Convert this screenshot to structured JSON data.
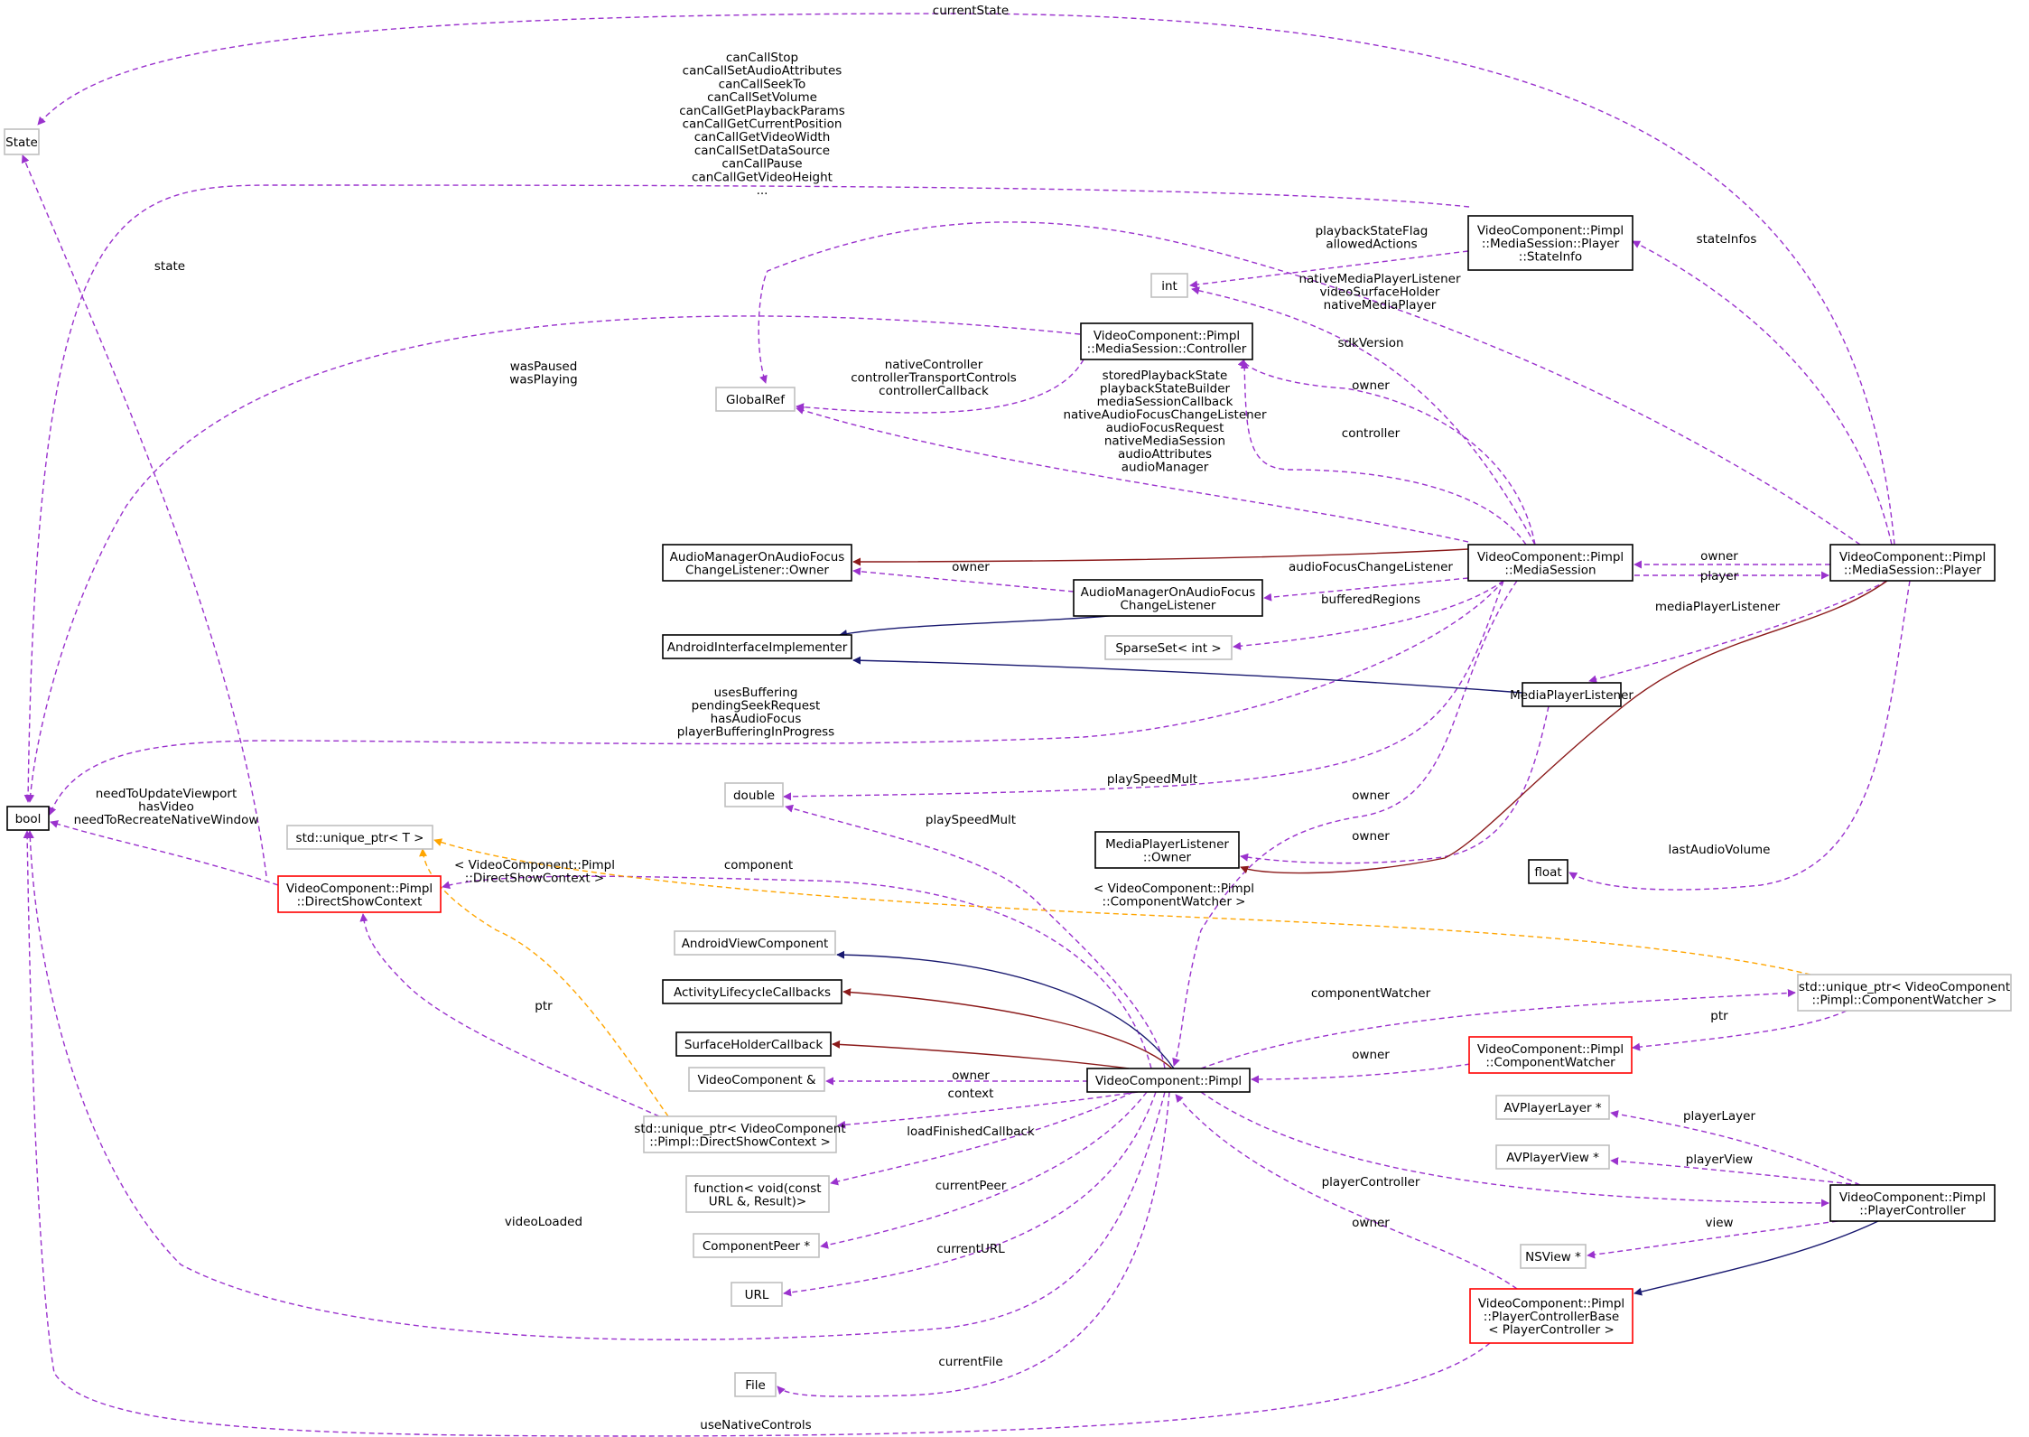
{
  "diagram": {
    "nodes": {
      "state": {
        "lines": [
          "State"
        ],
        "style": "gray"
      },
      "bool": {
        "lines": [
          "bool"
        ],
        "style": "black"
      },
      "int": {
        "lines": [
          "int"
        ],
        "style": "gray"
      },
      "globalref": {
        "lines": [
          "GlobalRef"
        ],
        "style": "gray"
      },
      "controller": {
        "lines": [
          "VideoComponent::Pimpl",
          "::MediaSession::Controller"
        ],
        "style": "focus"
      },
      "stateinfo": {
        "lines": [
          "VideoComponent::Pimpl",
          "::MediaSession::Player",
          "::StateInfo"
        ],
        "style": "black"
      },
      "am_owner": {
        "lines": [
          "AudioManagerOnAudioFocus",
          "ChangeListener::Owner"
        ],
        "style": "black"
      },
      "am_listener": {
        "lines": [
          "AudioManagerOnAudioFocus",
          "ChangeListener"
        ],
        "style": "black"
      },
      "android_impl": {
        "lines": [
          "AndroidInterfaceImplementer"
        ],
        "style": "black"
      },
      "sparseset": {
        "lines": [
          "SparseSet< int >"
        ],
        "style": "gray"
      },
      "mediasession": {
        "lines": [
          "VideoComponent::Pimpl",
          "::MediaSession"
        ],
        "style": "black"
      },
      "ms_player": {
        "lines": [
          "VideoComponent::Pimpl",
          "::MediaSession::Player"
        ],
        "style": "black"
      },
      "mp_listener": {
        "lines": [
          "MediaPlayerListener"
        ],
        "style": "black"
      },
      "double": {
        "lines": [
          "double"
        ],
        "style": "gray"
      },
      "mpl_owner": {
        "lines": [
          "MediaPlayerListener",
          "::Owner"
        ],
        "style": "black"
      },
      "float": {
        "lines": [
          "float"
        ],
        "style": "black"
      },
      "unique_t": {
        "lines": [
          "std::unique_ptr< T >"
        ],
        "style": "gray"
      },
      "dsc": {
        "lines": [
          "VideoComponent::Pimpl",
          "::DirectShowContext"
        ],
        "style": "red"
      },
      "android_view": {
        "lines": [
          "AndroidViewComponent"
        ],
        "style": "gray"
      },
      "activity_cb": {
        "lines": [
          "ActivityLifecycleCallbacks"
        ],
        "style": "black"
      },
      "surface_cb": {
        "lines": [
          "SurfaceHolderCallback"
        ],
        "style": "black"
      },
      "vc_ref": {
        "lines": [
          "VideoComponent &"
        ],
        "style": "gray"
      },
      "unique_dsc": {
        "lines": [
          "std::unique_ptr< VideoComponent",
          "::Pimpl::DirectShowContext >"
        ],
        "style": "gray"
      },
      "function": {
        "lines": [
          "function< void(const",
          "URL &, Result)>"
        ],
        "style": "gray"
      },
      "comppeer": {
        "lines": [
          "ComponentPeer *"
        ],
        "style": "gray"
      },
      "url": {
        "lines": [
          "URL"
        ],
        "style": "gray"
      },
      "file": {
        "lines": [
          "File"
        ],
        "style": "gray"
      },
      "pimpl": {
        "lines": [
          "VideoComponent::Pimpl"
        ],
        "style": "black"
      },
      "unique_cw": {
        "lines": [
          "std::unique_ptr< VideoComponent",
          "::Pimpl::ComponentWatcher >"
        ],
        "style": "gray"
      },
      "cw": {
        "lines": [
          "VideoComponent::Pimpl",
          "::ComponentWatcher"
        ],
        "style": "red"
      },
      "avlayer": {
        "lines": [
          "AVPlayerLayer *"
        ],
        "style": "gray"
      },
      "avview": {
        "lines": [
          "AVPlayerView *"
        ],
        "style": "gray"
      },
      "nsview": {
        "lines": [
          "NSView *"
        ],
        "style": "gray"
      },
      "playerctrl": {
        "lines": [
          "VideoComponent::Pimpl",
          "::PlayerController"
        ],
        "style": "black"
      },
      "pcbase": {
        "lines": [
          "VideoComponent::Pimpl",
          "::PlayerControllerBase",
          "< PlayerController >"
        ],
        "style": "red"
      }
    },
    "edge_labels": {
      "currentState": [
        "currentState"
      ],
      "canCall": [
        "canCallStop",
        "canCallSetAudioAttributes",
        "canCallSeekTo",
        "canCallSetVolume",
        "canCallGetPlaybackParams",
        "canCallGetCurrentPosition",
        "canCallGetVideoWidth",
        "canCallSetDataSource",
        "canCallPause",
        "canCallGetVideoHeight",
        "..."
      ],
      "state": [
        "state"
      ],
      "playbackStateFlag": [
        "playbackStateFlag",
        "allowedActions"
      ],
      "stateInfos": [
        "stateInfos"
      ],
      "nativeMediaPlayer": [
        "nativeMediaPlayerListener",
        "videoSurfaceHolder",
        "nativeMediaPlayer"
      ],
      "sdkVersion": [
        "sdkVersion"
      ],
      "wasPaused": [
        "wasPaused",
        "wasPlaying"
      ],
      "nativeController": [
        "nativeController",
        "controllerTransportControls",
        "controllerCallback"
      ],
      "storedPlayback": [
        "storedPlaybackState",
        "playbackStateBuilder",
        "mediaSessionCallback",
        "nativeAudioFocusChangeListener",
        "audioFocusRequest",
        "nativeMediaSession",
        "audioAttributes",
        "audioManager"
      ],
      "owner_ctrl": [
        "owner"
      ],
      "controller": [
        "controller"
      ],
      "owner_am": [
        "owner"
      ],
      "audioFocusChangeListener": [
        "audioFocusChangeListener"
      ],
      "owner_msp": [
        "owner"
      ],
      "player": [
        "player"
      ],
      "bufferedRegions": [
        "bufferedRegions"
      ],
      "mediaPlayerListener": [
        "mediaPlayerListener"
      ],
      "usesBuffering": [
        "usesBuffering",
        "pendingSeekRequest",
        "hasAudioFocus",
        "playerBufferingInProgress"
      ],
      "playSpeedMult_ms": [
        "playSpeedMult"
      ],
      "owner_pimpl_ms": [
        "owner"
      ],
      "owner_mpl": [
        "owner"
      ],
      "lastAudioVolume": [
        "lastAudioVolume"
      ],
      "needToUpdate": [
        "needToUpdateViewport",
        "hasVideo",
        "needToRecreateNativeWindow"
      ],
      "playSpeedMult_p": [
        "playSpeedMult"
      ],
      "tmpl_dsc": [
        "< VideoComponent::Pimpl",
        "::DirectShowContext >"
      ],
      "component": [
        "component"
      ],
      "tmpl_cw": [
        "< VideoComponent::Pimpl",
        "::ComponentWatcher >"
      ],
      "ptr_dsc": [
        "ptr"
      ],
      "componentWatcher": [
        "componentWatcher"
      ],
      "ptr_cw": [
        "ptr"
      ],
      "owner_vcref": [
        "owner"
      ],
      "context": [
        "context"
      ],
      "owner_cw": [
        "owner"
      ],
      "loadFinishedCallback": [
        "loadFinishedCallback"
      ],
      "currentPeer": [
        "currentPeer"
      ],
      "currentURL": [
        "currentURL"
      ],
      "videoLoaded": [
        "videoLoaded"
      ],
      "currentFile": [
        "currentFile"
      ],
      "useNativeControls": [
        "useNativeControls"
      ],
      "playerLayer": [
        "playerLayer"
      ],
      "playerView": [
        "playerView"
      ],
      "playerController": [
        "playerController"
      ],
      "view": [
        "view"
      ],
      "owner_pcbase": [
        "owner"
      ]
    },
    "colors": {
      "usage": "#9a32cd",
      "template": "#ffa500",
      "public_inherit": "#191970",
      "protected_inherit": "#8b1a1a",
      "gray_border": "#bfbfbf",
      "black_border": "#000000",
      "red_border": "#ff0000",
      "focus_fill": "#bfbfbf"
    }
  }
}
